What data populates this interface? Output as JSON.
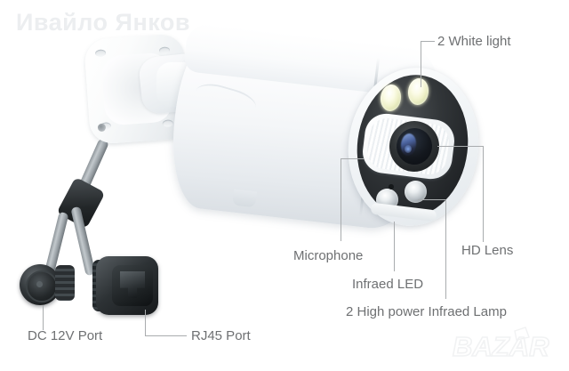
{
  "image": {
    "subject": "bullet-security-camera-annotated-diagram",
    "background_color": "#ffffff",
    "label_color": "#6e7072",
    "leader_color": "#a9acae"
  },
  "watermarks": {
    "author": "Ивайло Янков",
    "site": "BAZAR"
  },
  "labels": [
    {
      "id": "white-light",
      "text": "2 White light"
    },
    {
      "id": "microphone",
      "text": "Microphone"
    },
    {
      "id": "infrared-led",
      "text": "Infraed LED"
    },
    {
      "id": "hd-lens",
      "text": "HD Lens"
    },
    {
      "id": "ir-lamp",
      "text": "2 High power Infraed Lamp"
    },
    {
      "id": "dc-port",
      "text": "DC 12V Port"
    },
    {
      "id": "rj45-port",
      "text": "RJ45 Port"
    }
  ],
  "components": {
    "white_leds": 2,
    "ir_lamps": 2,
    "lens": "HD Lens",
    "ports": [
      "DC 12V Port",
      "RJ45 Port"
    ]
  }
}
